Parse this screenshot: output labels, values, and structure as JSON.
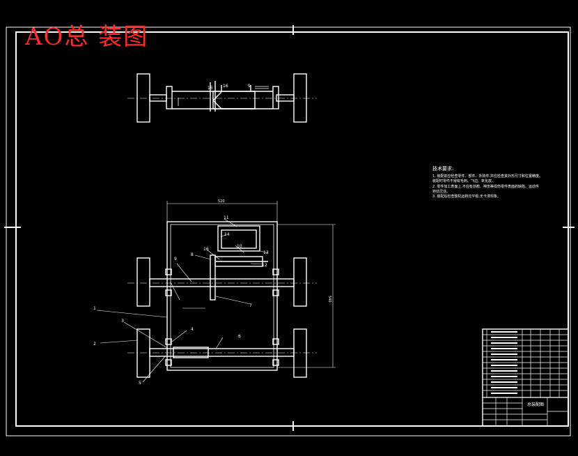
{
  "title_label": "AO总 装图",
  "technical_notes": {
    "heading": "技术要求:",
    "lines": [
      "1. 装配前应检查零件、部件、外购件,并应检查其外形尺寸和位置精度。",
      "装配时零件不得有毛刺、飞边、氧化皮。",
      "2. 零件加工表面上,不应有划痕、擦伤等损伤零件表面的缺陷。运动件",
      "转动灵活。",
      "3. 装配后检查整机运转应平稳,无卡滞现象。"
    ]
  },
  "dimensions": {
    "overall_width": "520",
    "overall_length": "540",
    "mid_feature": "1"
  },
  "part_callouts": [
    "1",
    "2",
    "3",
    "4",
    "5",
    "6",
    "7",
    "8",
    "9",
    "10",
    "11",
    "12",
    "13",
    "14",
    "15",
    "16"
  ],
  "title_block": {
    "drawing_name": "总装配图",
    "drawing_number": "",
    "company": ""
  },
  "colors": {
    "background": "#000000",
    "lines": "#ffffff",
    "title": "#ff2a2a"
  }
}
